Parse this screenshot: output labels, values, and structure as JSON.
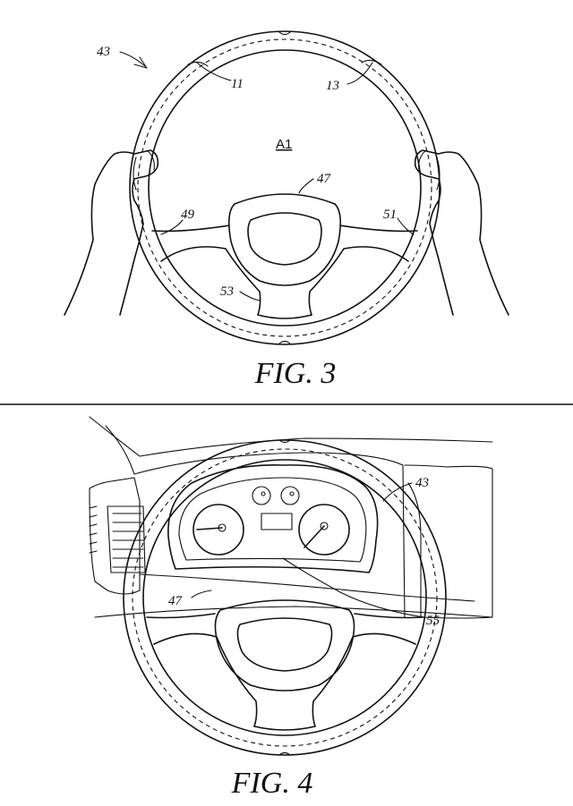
{
  "figures": [
    {
      "caption": "FIG. 3",
      "labels": {
        "wheel": "43",
        "inner_zone": "11",
        "outer_zone": "13",
        "area": "A1",
        "hub": "47",
        "left_spoke": "49",
        "right_spoke": "51",
        "lower_spoke": "53"
      }
    },
    {
      "caption": "FIG. 4",
      "labels": {
        "wheel": "43",
        "hub": "47",
        "display": "55"
      }
    }
  ]
}
